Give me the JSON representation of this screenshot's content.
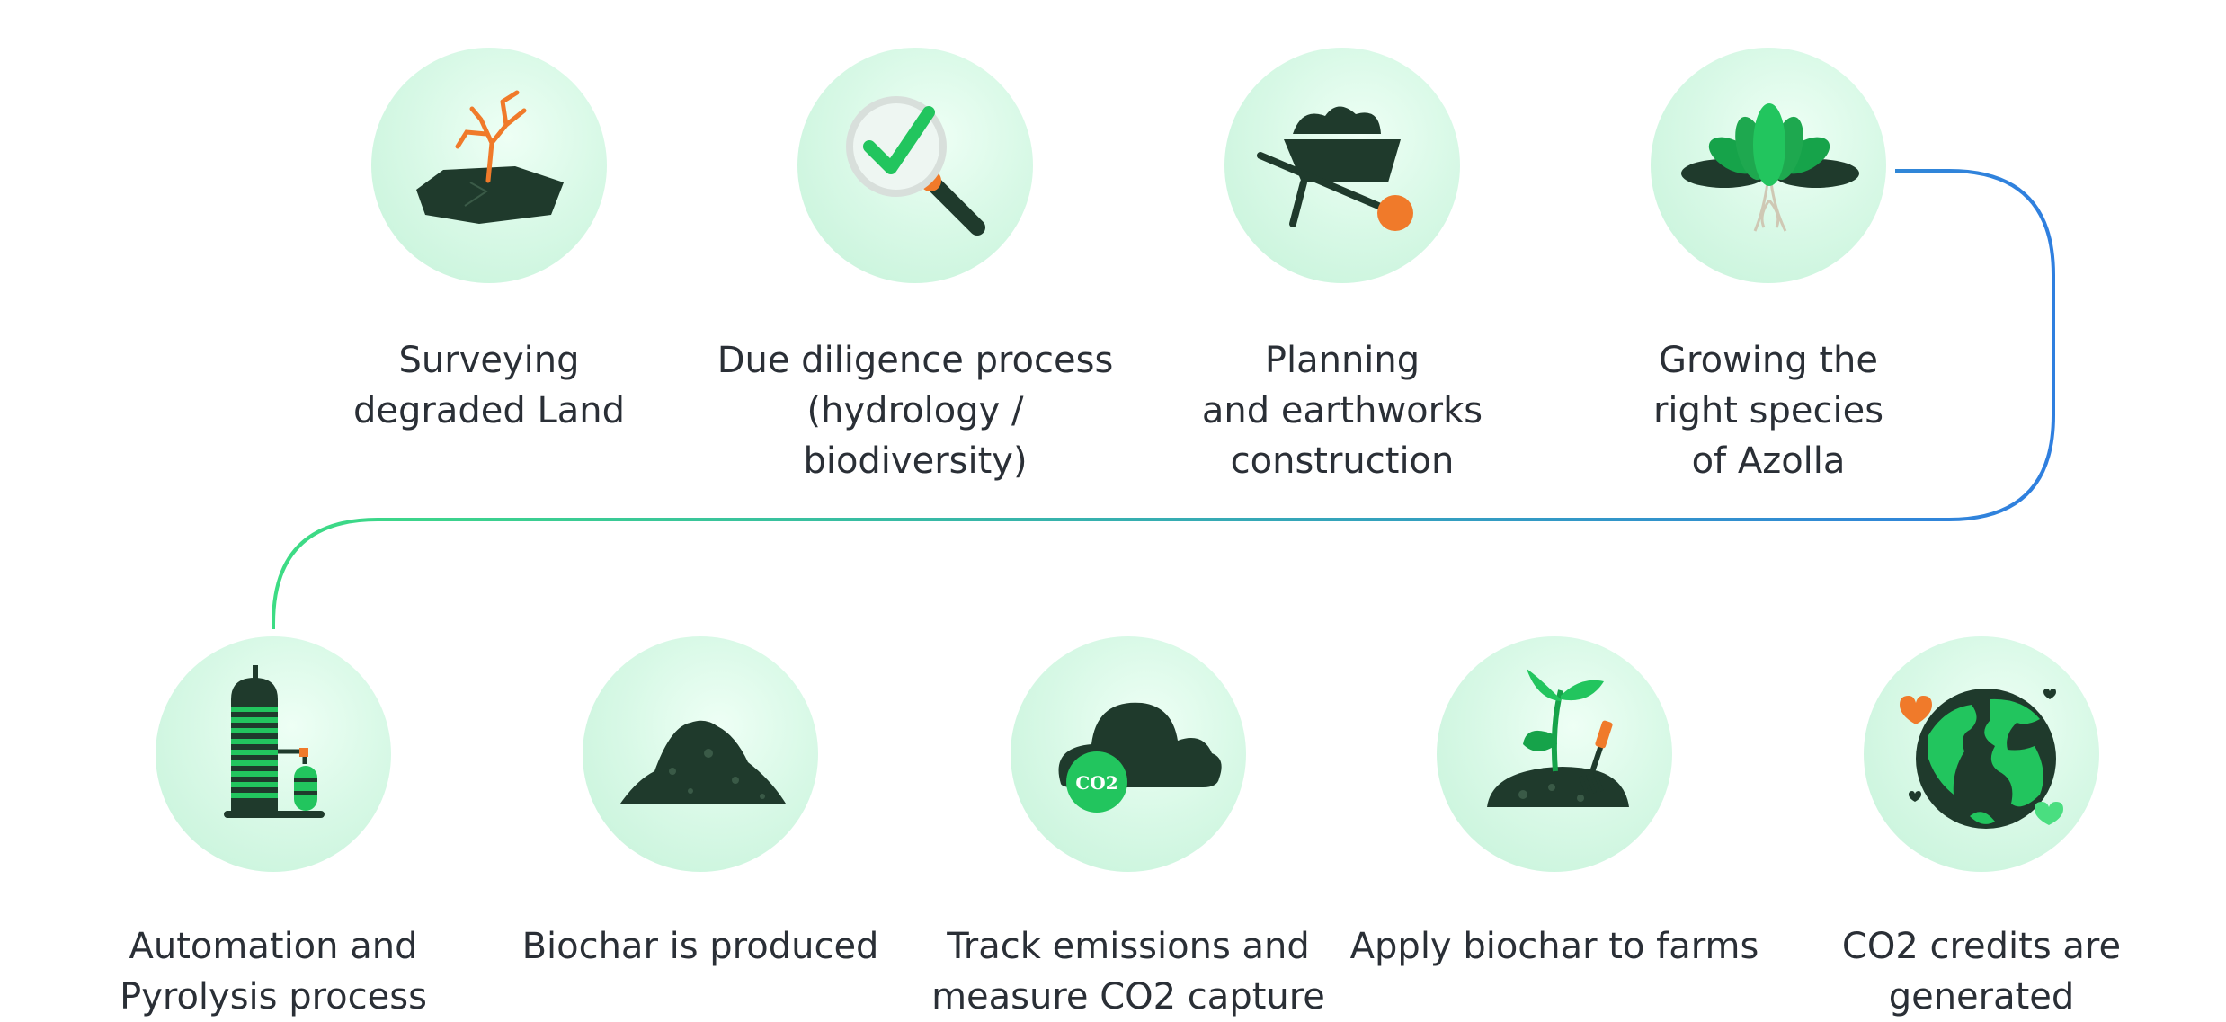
{
  "steps": [
    {
      "label": "Surveying\ndegraded Land",
      "icon": "dead-plant-icon"
    },
    {
      "label": "Due diligence process\n(hydrology /\nbiodiversity)",
      "icon": "magnifier-check-icon"
    },
    {
      "label": "Planning\nand earthworks\nconstruction",
      "icon": "wheelbarrow-icon"
    },
    {
      "label": "Growing the\nright species\nof Azolla",
      "icon": "azolla-plant-icon"
    },
    {
      "label": "Automation and\nPyrolysis process",
      "icon": "pyrolysis-tower-icon"
    },
    {
      "label": "Biochar is produced",
      "icon": "biochar-pile-icon"
    },
    {
      "label": "Track emissions and\nmeasure CO2 capture",
      "icon": "co2-cloud-icon"
    },
    {
      "label": "Apply biochar to farms",
      "icon": "seedling-soil-icon"
    },
    {
      "label": "CO2 credits are\ngenerated",
      "icon": "earth-hearts-icon"
    }
  ],
  "co2_badge": "CO2",
  "colors": {
    "green": "#3ddc84",
    "blue": "#2f7ee0",
    "dark": "#1f3a2c",
    "orange": "#f07a2a",
    "circle": "#d4f7e3"
  }
}
